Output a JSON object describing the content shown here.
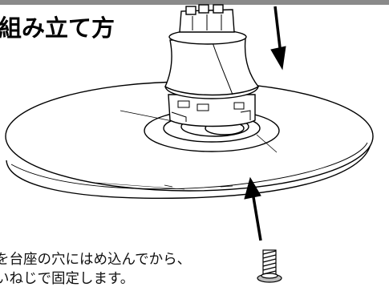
{
  "heading": "組み立て方",
  "instruction": {
    "line1": "を台座の穴にはめ込んでから、",
    "line2": "いねじで固定します。"
  },
  "colors": {
    "rule": "#8a8a8a",
    "ink": "#000000",
    "background": "#ffffff"
  },
  "icons": [
    "down-arrow-icon",
    "up-arrow-icon",
    "screw-icon"
  ]
}
